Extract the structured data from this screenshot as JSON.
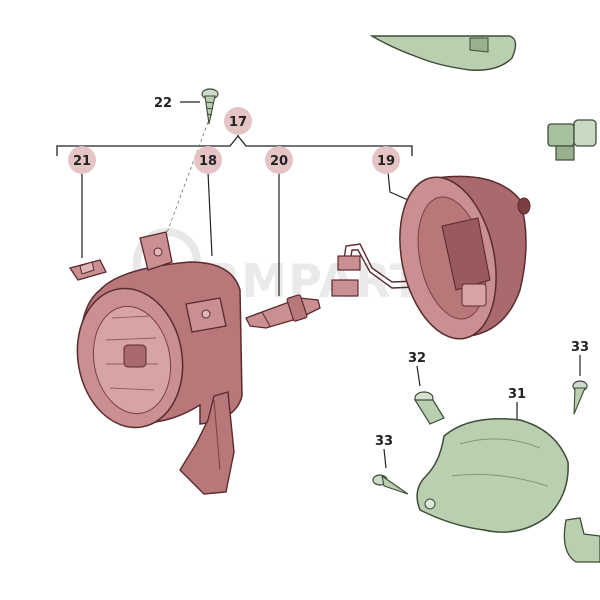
{
  "watermark": {
    "text": "RMPARTS"
  },
  "callouts": {
    "c17": "17",
    "c18": "18",
    "c19": "19",
    "c20": "20",
    "c21": "21",
    "c22": "22",
    "c31": "31",
    "c32": "32",
    "c33a": "33",
    "c33b": "33"
  },
  "colors": {
    "part_red": "#b8787a",
    "part_red_dark": "#7a3f42",
    "part_red_light": "#e0b7b8",
    "part_green": "#b9cfb0",
    "part_green_dark": "#5d7a55",
    "badge_fill": "#e5c4c6",
    "leader": "#222222"
  },
  "icons": {
    "screw": "screw-icon",
    "bulb": "bulb-icon",
    "clip": "clip-icon"
  }
}
